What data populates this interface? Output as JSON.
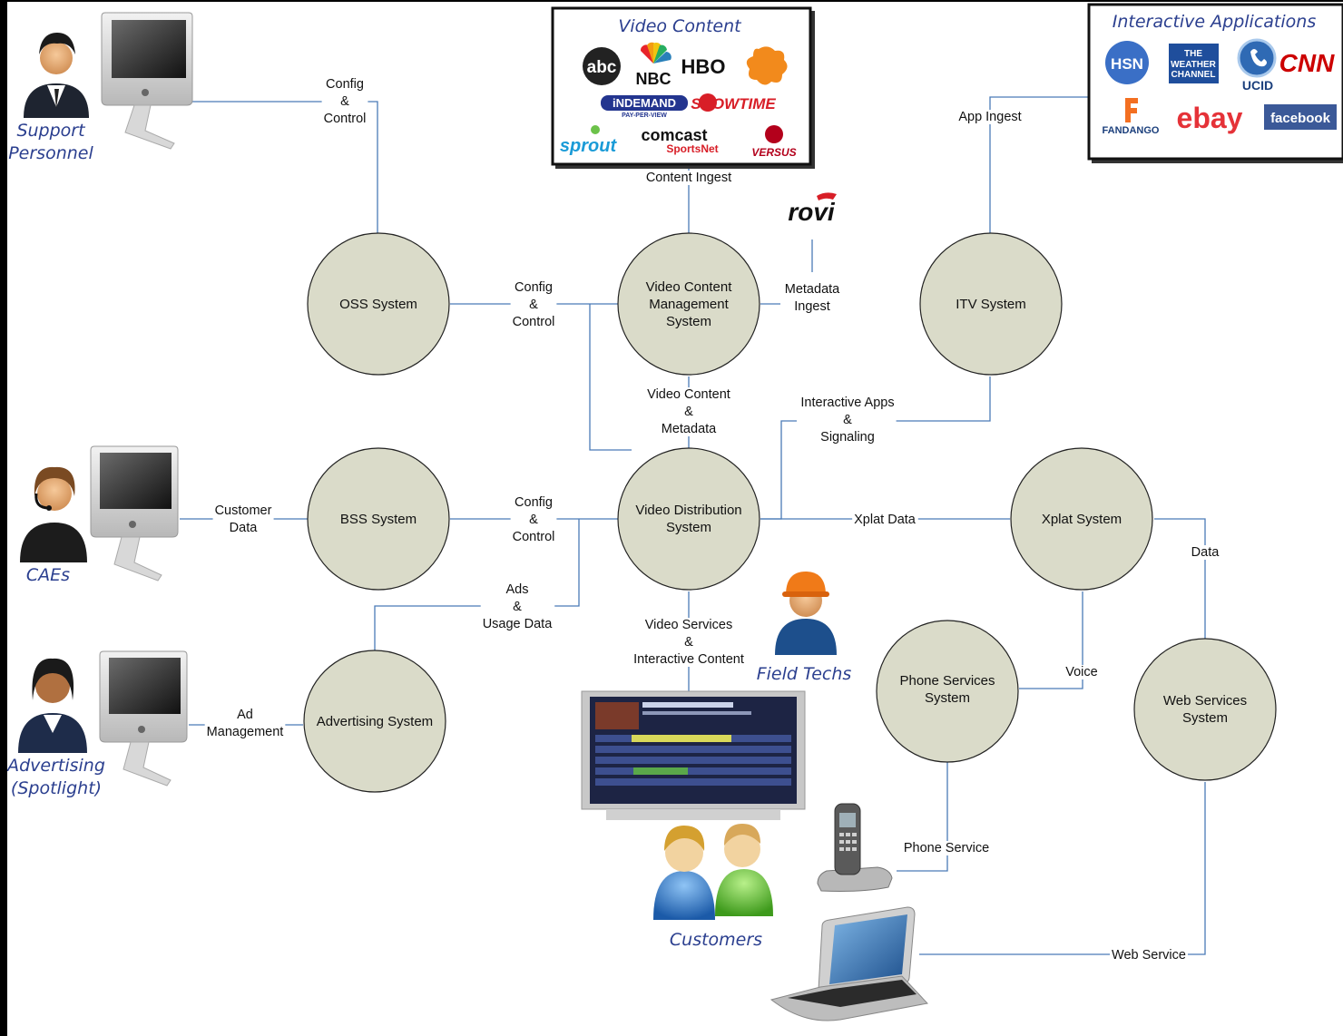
{
  "nodes": {
    "oss": [
      "OSS System"
    ],
    "vcms": [
      "Video Content",
      "Management",
      "System"
    ],
    "itv": [
      "ITV System"
    ],
    "bss": [
      "BSS System"
    ],
    "vds": [
      "Video Distribution",
      "System"
    ],
    "xplat": [
      "Xplat System"
    ],
    "advertising": [
      "Advertising System"
    ],
    "phone": [
      "Phone Services",
      "System"
    ],
    "web": [
      "Web Services",
      "System"
    ]
  },
  "edges": {
    "support_config": [
      "Config",
      "&",
      "Control"
    ],
    "oss_vcms": [
      "Config",
      "&",
      "Control"
    ],
    "content_ingest": [
      "Content Ingest"
    ],
    "metadata_ingest": [
      "Metadata",
      "Ingest"
    ],
    "app_ingest": [
      "App Ingest"
    ],
    "vc_metadata": [
      "Video Content",
      "&",
      "Metadata"
    ],
    "interactive_apps": [
      "Interactive Apps",
      "&",
      "Signaling"
    ],
    "customer_data": [
      "Customer",
      "Data"
    ],
    "bss_vds": [
      "Config",
      "&",
      "Control"
    ],
    "xplat_data": [
      "Xplat Data"
    ],
    "xplat_web": [
      "Data"
    ],
    "ads_usage": [
      "Ads",
      "&",
      "Usage Data"
    ],
    "video_services": [
      "Video Services",
      "&",
      "Interactive Content"
    ],
    "ad_management": [
      "Ad",
      "Management"
    ],
    "voice": [
      "Voice"
    ],
    "phone_service": [
      "Phone Service"
    ],
    "web_service": [
      "Web Service"
    ]
  },
  "actors": {
    "support": [
      "Support",
      "Personnel"
    ],
    "caes": [
      "CAEs"
    ],
    "advertising": [
      "Advertising",
      "(Spotlight)"
    ],
    "field_techs": [
      "Field Techs"
    ],
    "customers": [
      "Customers"
    ]
  },
  "video_content_box": {
    "title": "Video Content",
    "logos": [
      "abc",
      "NBC",
      "HBO",
      "PAY-PER-VIEW",
      "SHOWTIME",
      "sprout",
      "comcast",
      "SportsNet",
      "VERSUS"
    ]
  },
  "interactive_box": {
    "title": "Interactive Applications",
    "logos": [
      "HSN",
      "THE",
      "WEATHER",
      "CHANNEL",
      "UCID",
      "CNN",
      "FANDANGO",
      "ebay",
      "facebook"
    ]
  },
  "rovi_logo": "rovi",
  "colors": {
    "node_fill": "#dadbc9",
    "line": "#4a7bb7",
    "actor_text": "#2b3f8f"
  }
}
